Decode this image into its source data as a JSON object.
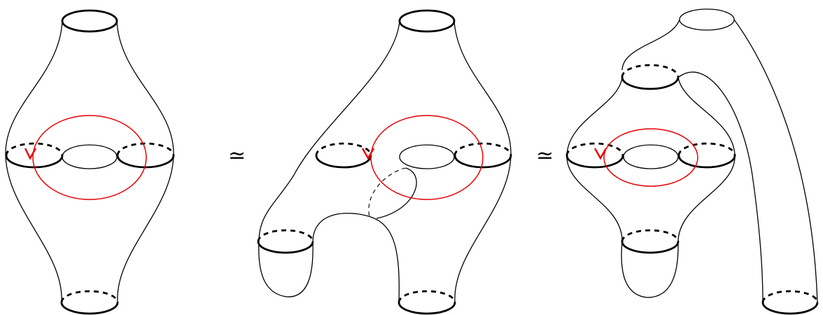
{
  "equivalence_symbol": "≃",
  "colors": {
    "curve": "#e60000",
    "surface": "#000000",
    "background": "#ffffff"
  },
  "figures": [
    {
      "name": "left-surface"
    },
    {
      "name": "middle-surface"
    },
    {
      "name": "right-surface"
    }
  ]
}
